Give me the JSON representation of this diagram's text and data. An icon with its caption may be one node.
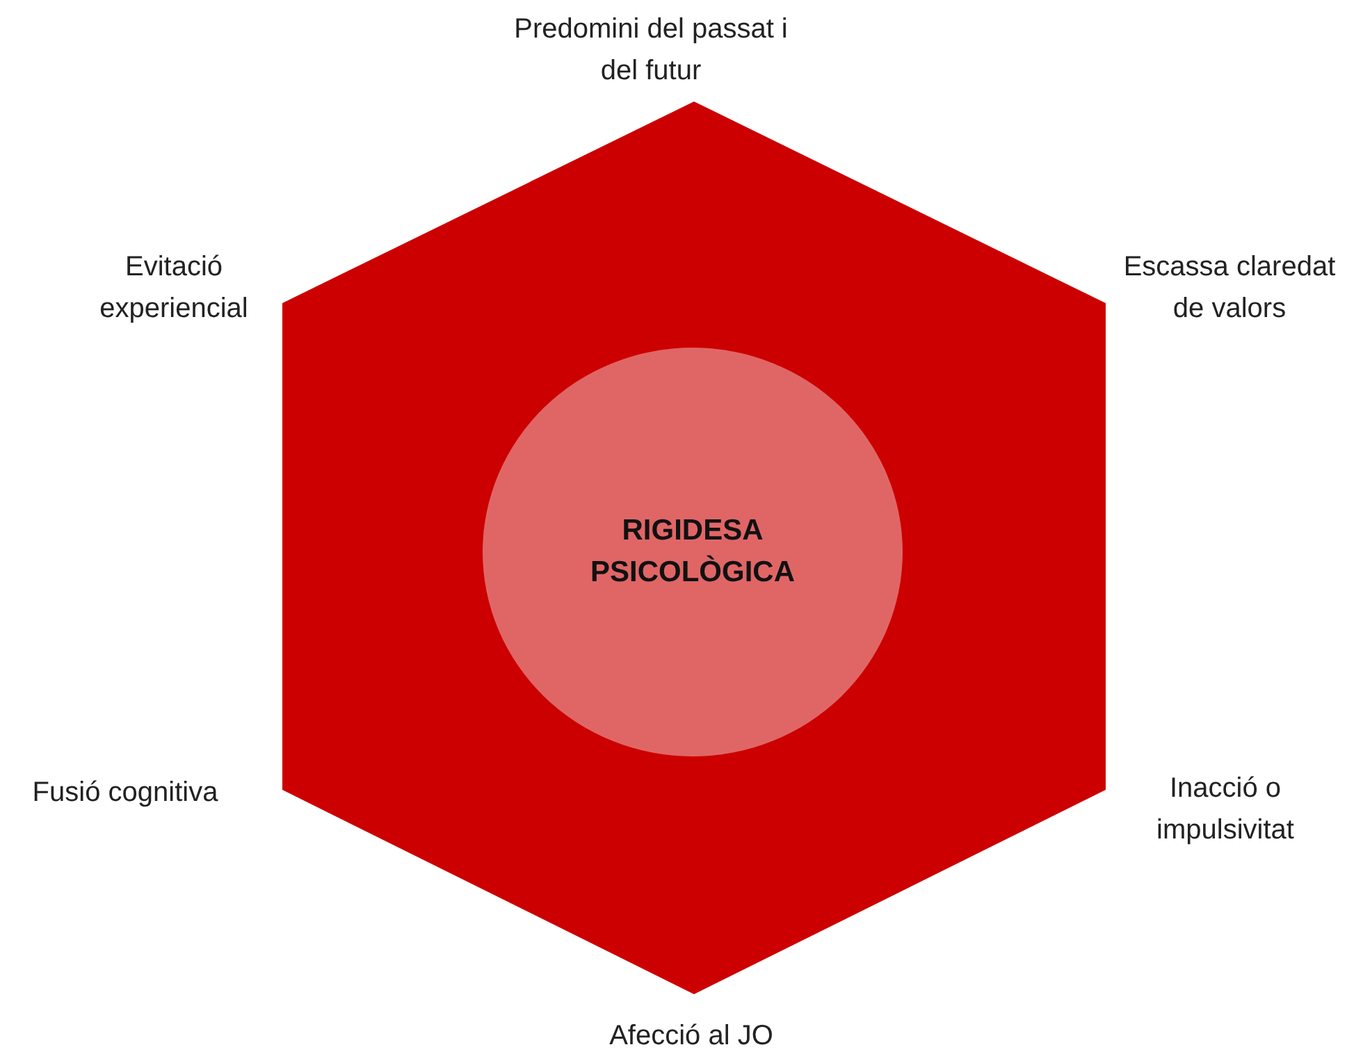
{
  "diagram": {
    "nodes": [
      {
        "text": [],
        "shape": "hexagon"
      },
      {
        "text": [
          "RIGIDESA PSICOLÒGICA"
        ],
        "in": 0
      }
    ],
    "labels": [
      "Predomini del passat i del futur",
      "Evitació experiencial",
      "Escassa claredat de valors",
      "Fusió cognitiva",
      "Inacció o impulsivitat",
      "Afecció al JO"
    ]
  }
}
